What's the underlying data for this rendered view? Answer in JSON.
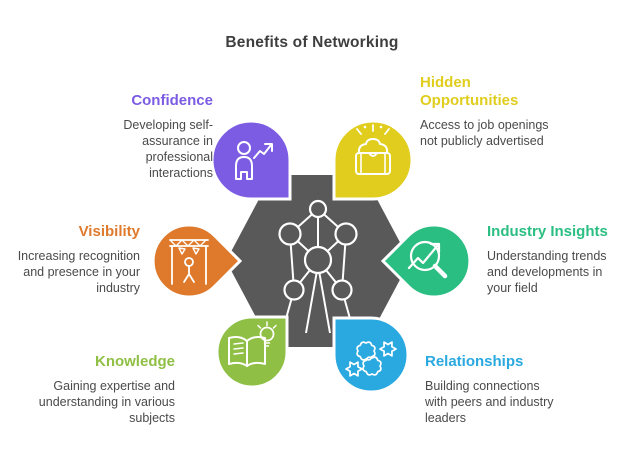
{
  "title": "Benefits of Networking",
  "colors": {
    "title": "#3E3E3E",
    "description_text": "#4A4A4A",
    "icon_stroke": "#FFFFFF",
    "background": "#FFFFFF"
  },
  "center": {
    "fill": "#595959",
    "icon": "network-structure-icon"
  },
  "nodes": [
    {
      "id": "confidence",
      "title": "Confidence",
      "description": "Developing self-\nassurance in\nprofessional\ninteractions",
      "color": "#7C5CE3",
      "icon": "person-growth-arrow-icon"
    },
    {
      "id": "hidden-opportunities",
      "title": "Hidden\nOpportunities",
      "description": "Access to job openings\nnot publicly advertised",
      "color": "#E0CD1E",
      "icon": "treasure-chest-icon"
    },
    {
      "id": "visibility",
      "title": "Visibility",
      "description": "Increasing recognition\nand presence in your\nindustry",
      "color": "#DF7A2D",
      "icon": "stage-presenter-icon"
    },
    {
      "id": "industry-insights",
      "title": "Industry Insights",
      "description": "Understanding trends\nand developments in\nyour field",
      "color": "#2BBE82",
      "icon": "magnifier-trend-icon"
    },
    {
      "id": "knowledge",
      "title": "Knowledge",
      "description": "Gaining expertise and\nunderstanding in various\nsubjects",
      "color": "#8FBF44",
      "icon": "open-book-bulb-icon"
    },
    {
      "id": "relationships",
      "title": "Relationships",
      "description": "Building connections\nwith peers and industry\nleaders",
      "color": "#29A9E0",
      "icon": "sketch-hands-icon"
    }
  ]
}
